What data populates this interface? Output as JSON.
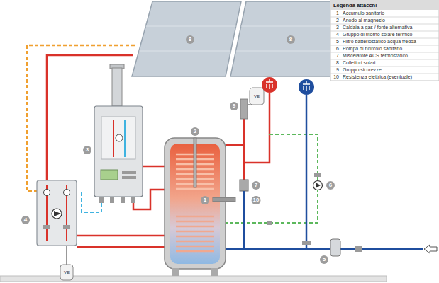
{
  "diagram": {
    "labels": [
      "8",
      "8",
      "2",
      "3",
      "1",
      "10",
      "9",
      "7",
      "6",
      "4",
      "5",
      "VE",
      "VE",
      "Legenda attacchi",
      "1",
      "Accumulo sanitario",
      "2",
      "Anodo al magnesio",
      "3",
      "Caldaia a gas / fonte alternativa",
      "4",
      "Gruppo di ritorno solare termico",
      "5",
      "Filtro batteriostatico acqua fredda",
      "6",
      "Pompa di ricircolo sanitario",
      "7",
      "Miscelatore ACS termostatico",
      "8",
      "Collettori solari",
      "9",
      "Gruppo sicurezze",
      "10",
      "Resistenza elettrica (eventuale)"
    ]
  }
}
